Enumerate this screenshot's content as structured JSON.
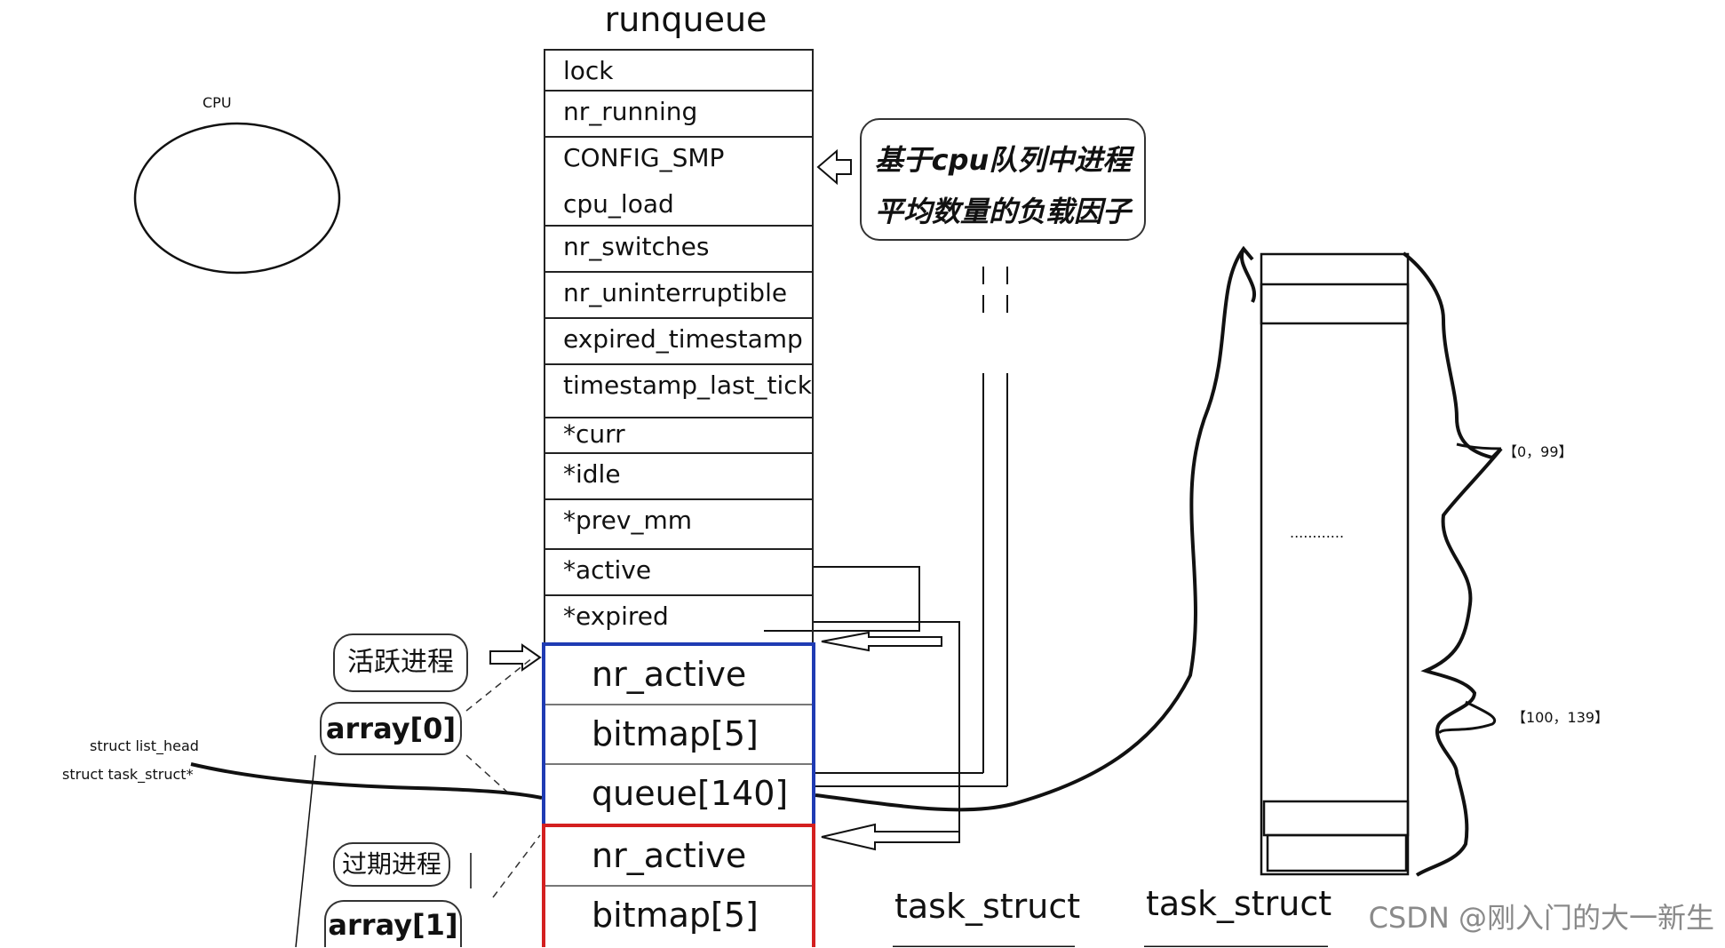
{
  "cpu_label": "CPU",
  "runqueue": {
    "title": "runqueue",
    "fields": [
      "lock",
      "nr_running",
      "CONFIG_SMP",
      "cpu_load",
      "nr_switches",
      "nr_uninterruptible",
      "expired_timestamp",
      "timestamp_last_tick",
      "*curr",
      "*idle",
      "*prev_mm",
      "*active",
      "*expired"
    ]
  },
  "load_note": {
    "line1": "基于cpu队列中进程",
    "line2": "平均数量的负载因子"
  },
  "active_array": {
    "tag": "活跃进程",
    "label": "array[0]",
    "rows": [
      "nr_active",
      "bitmap[5]",
      "queue[140]"
    ],
    "color": "#1f3bb3"
  },
  "expired_array": {
    "tag": "过期进程",
    "label": "array[1]",
    "rows": [
      "nr_active",
      "bitmap[5]"
    ],
    "color": "#d42020"
  },
  "list_notes": {
    "line1": "struct list_head",
    "line2": "struct task_struct*"
  },
  "queue_panel": {
    "ellipsis": "............",
    "range1": "【0，99】",
    "range2": "【100，139】"
  },
  "task_structs": [
    "task_struct",
    "task_struct"
  ],
  "watermark": "CSDN @刚入门的大一新生"
}
